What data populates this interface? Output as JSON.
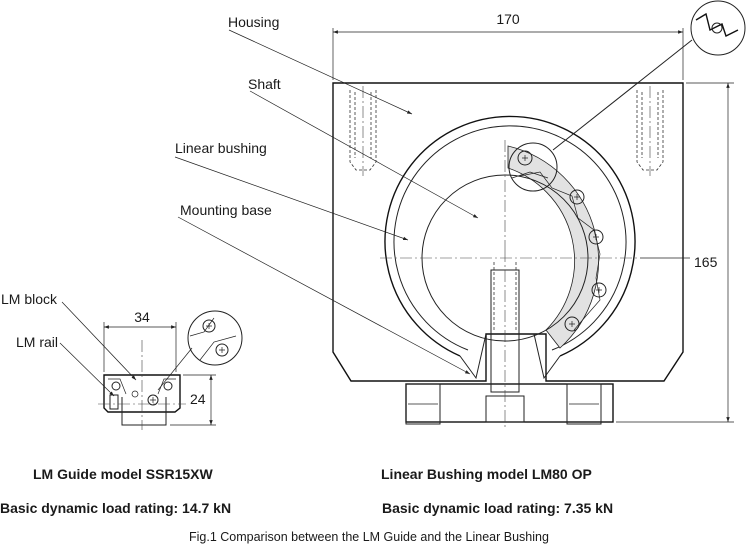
{
  "labels": {
    "housing": "Housing",
    "shaft": "Shaft",
    "linear_bushing": "Linear bushing",
    "mounting_base": "Mounting base",
    "lm_block": "LM block",
    "lm_rail": "LM rail"
  },
  "dimensions": {
    "housing_width": "170",
    "housing_height": "165",
    "lm_width": "34",
    "lm_height": "24"
  },
  "models": {
    "lm_guide_model": "LM Guide model SSR15XW",
    "lm_guide_rating": "Basic dynamic load rating: 14.7 kN",
    "bushing_model": "Linear Bushing model LM80 OP",
    "bushing_rating": "Basic dynamic load rating: 7.35 kN"
  },
  "caption": "Fig.1 Comparison between the LM Guide and the Linear Bushing"
}
